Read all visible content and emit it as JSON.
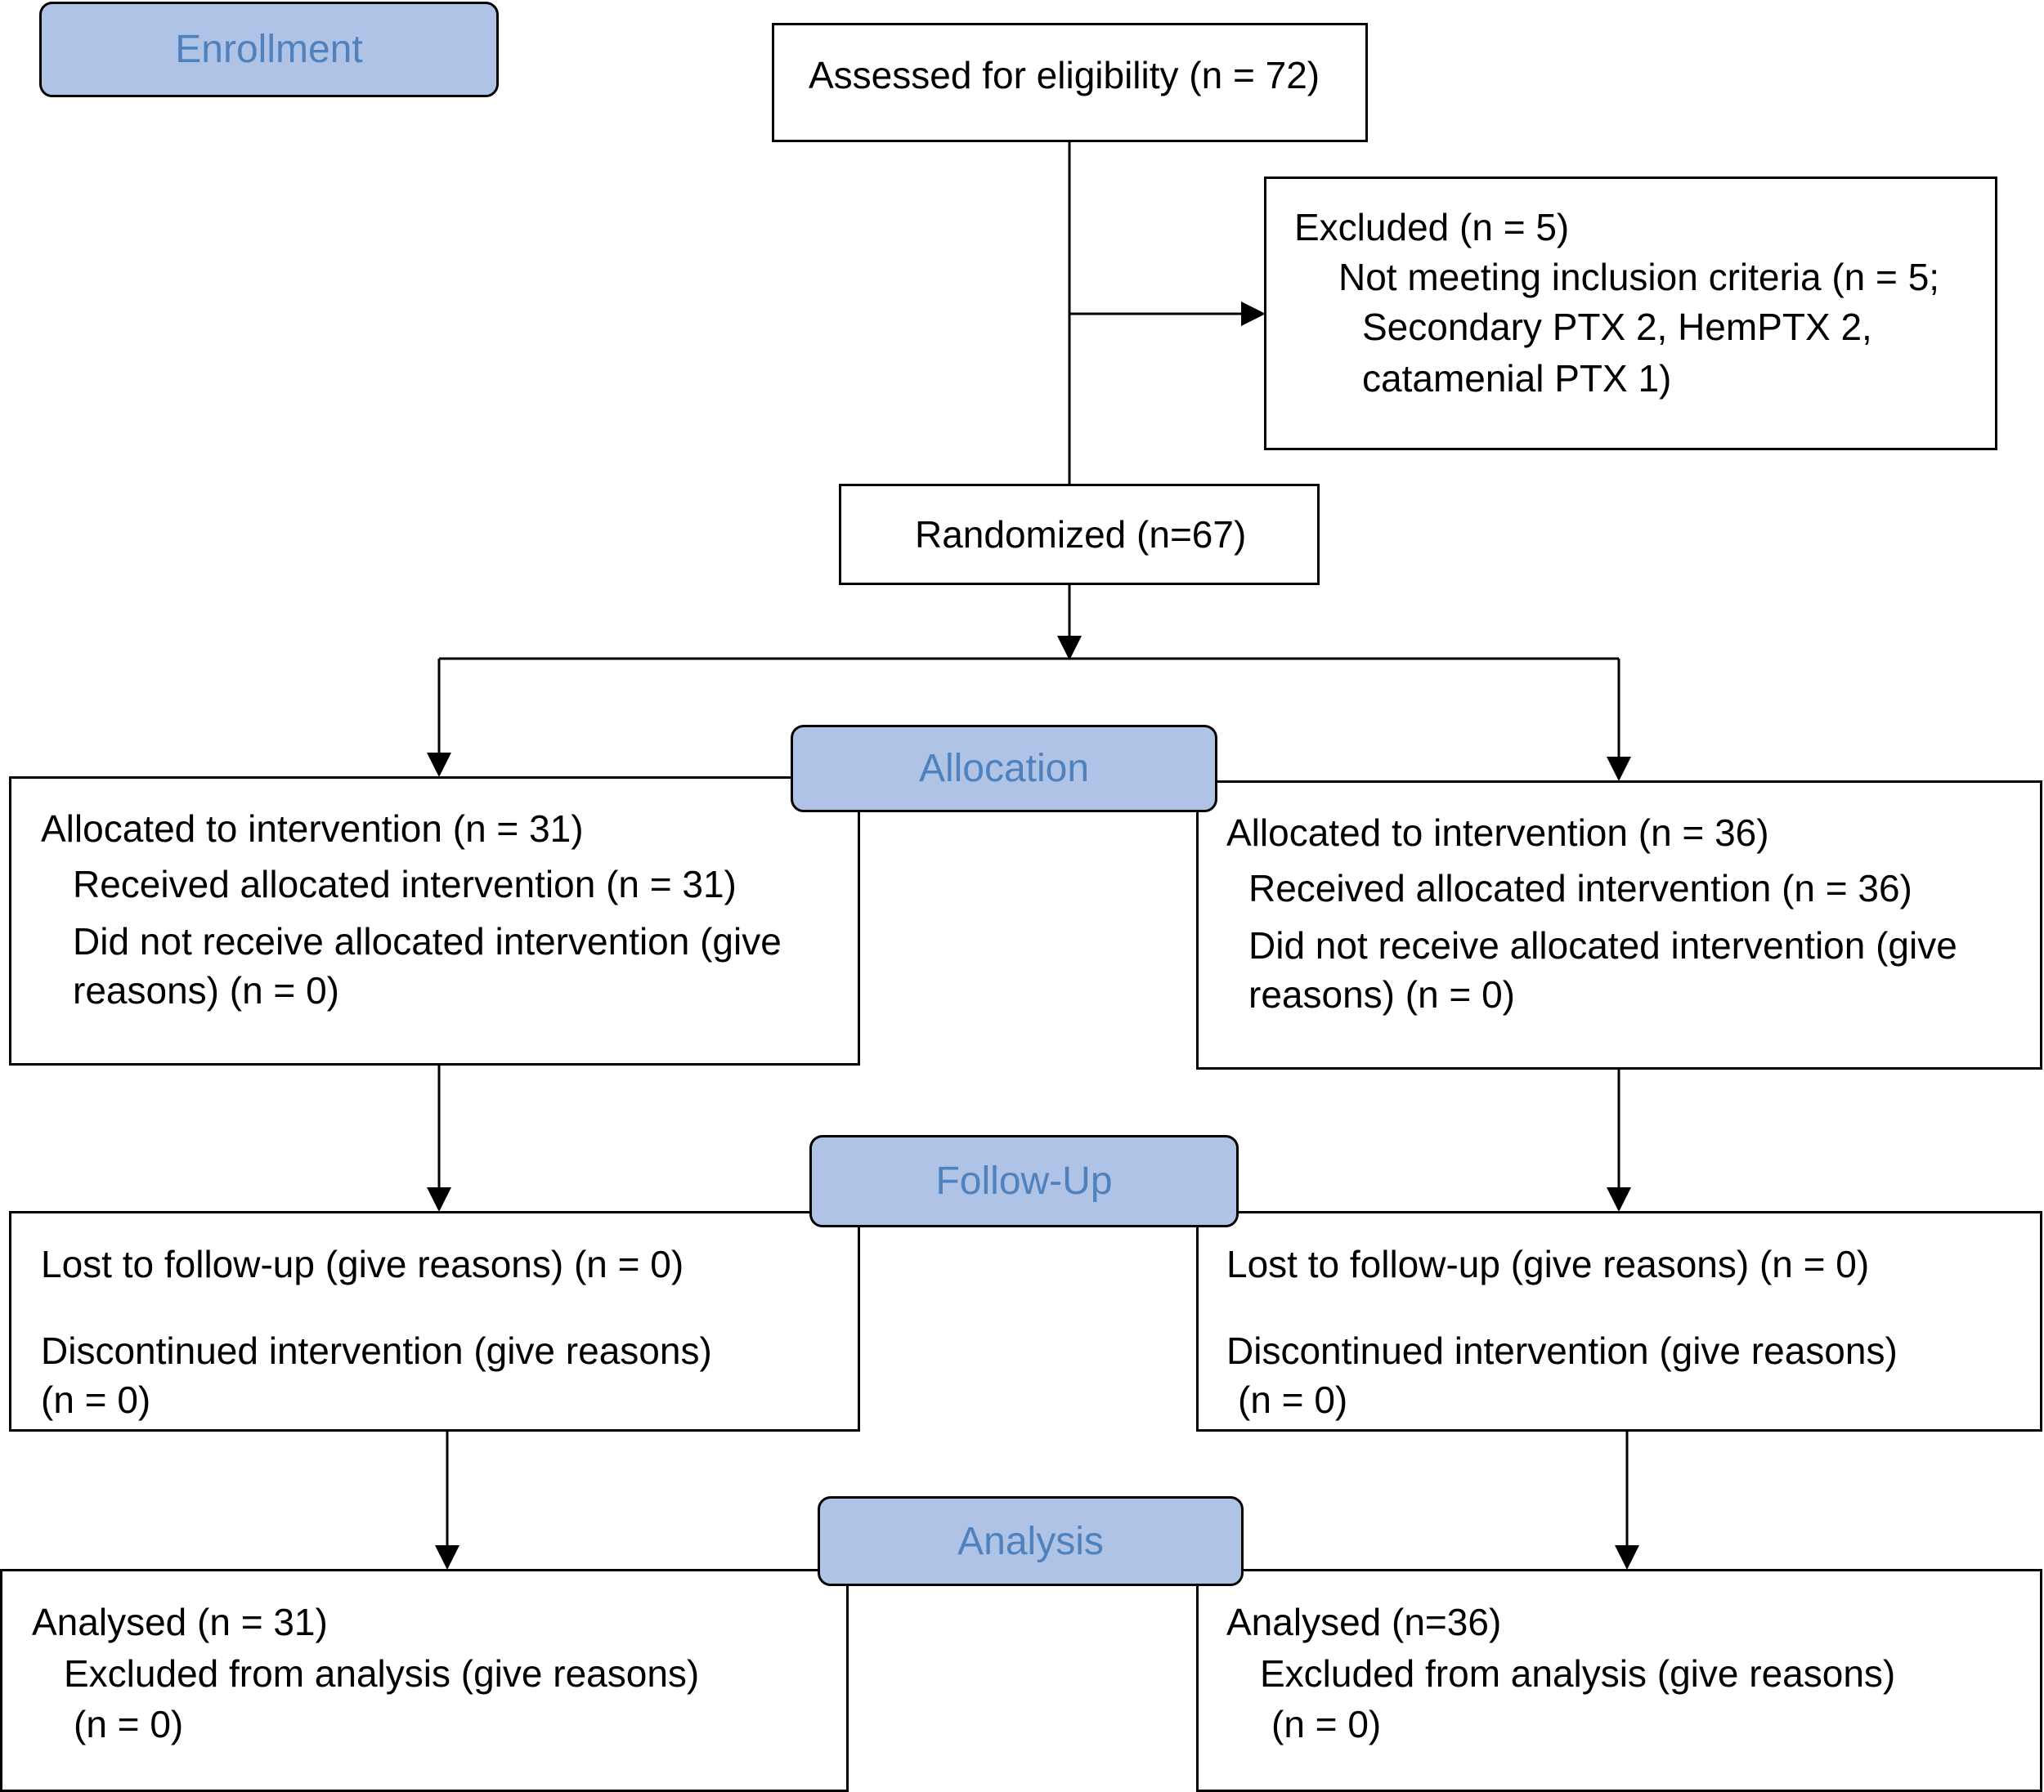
{
  "colors": {
    "stage_fill": "#aec3e6",
    "stage_text": "#4f81bd",
    "box_border": "#000000",
    "text": "#000000"
  },
  "stages": {
    "enrollment": "Enrollment",
    "allocation": "Allocation",
    "follow_up": "Follow-Up",
    "analysis": "Analysis"
  },
  "assessed": "Assessed for eligibility (n = 72)",
  "excluded": {
    "title": "Excluded  (n = 5)",
    "line1": "Not meeting inclusion criteria (n = 5;",
    "line2": "Secondary PTX 2, HemPTX 2,",
    "line3": "catamenial PTX 1)"
  },
  "randomized": "Randomized (n=67)",
  "allocation_left": {
    "title": "Allocated to intervention (n = 31)",
    "received": "Received allocated intervention (n = 31)",
    "not_received_1": "Did not receive allocated intervention (give",
    "not_received_2": "reasons) (n = 0)"
  },
  "allocation_right": {
    "title": "Allocated to intervention (n = 36)",
    "received": "Received allocated intervention (n = 36)",
    "not_received_1": "Did not receive allocated intervention (give",
    "not_received_2": "reasons) (n = 0)"
  },
  "followup_left": {
    "lost": "Lost to follow-up (give reasons) (n = 0)",
    "discontinued_1": "Discontinued intervention (give reasons)",
    "discontinued_2": "(n = 0)"
  },
  "followup_right": {
    "lost": "Lost to follow-up (give reasons) (n = 0)",
    "discontinued_1": "Discontinued intervention (give reasons)",
    "discontinued_2": "(n = 0)"
  },
  "analysis_left": {
    "title": "Analysed  (n = 31)",
    "excluded_1": "Excluded from analysis (give reasons)",
    "excluded_2": "(n = 0)"
  },
  "analysis_right": {
    "title": "Analysed  (n=36)",
    "excluded_1": "Excluded from analysis (give reasons)",
    "excluded_2": "(n = 0)"
  }
}
